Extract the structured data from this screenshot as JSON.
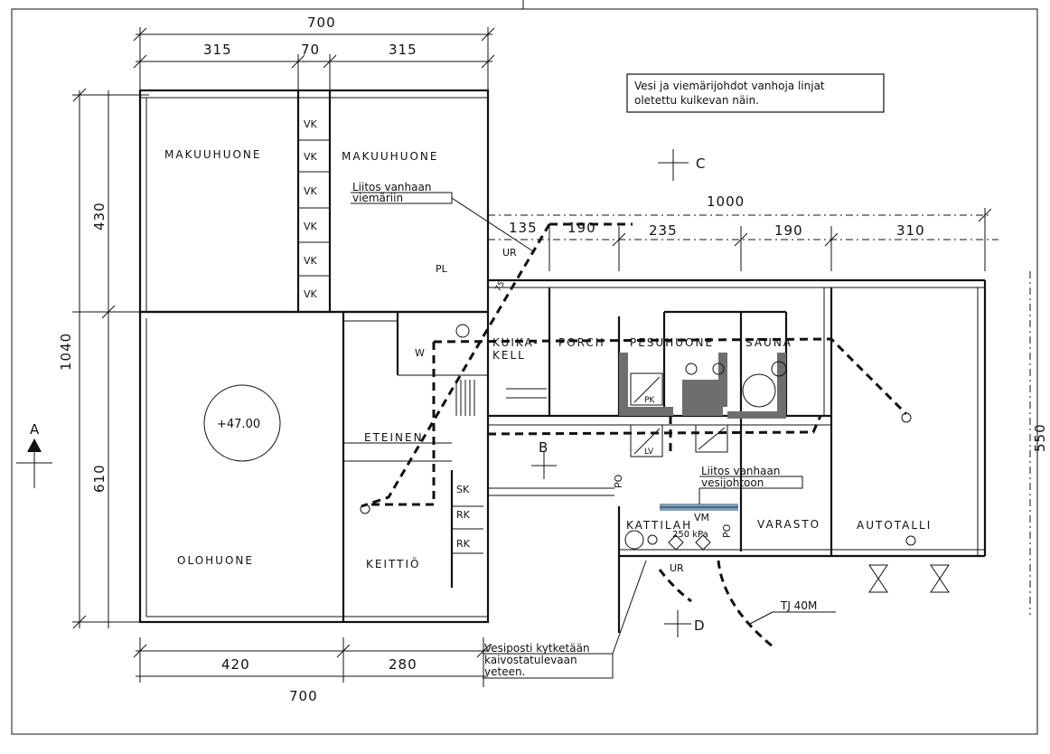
{
  "dimensions": {
    "top_total": "700",
    "top_left": "315",
    "top_mid": "70",
    "top_right": "315",
    "right_total": "1000",
    "right_1": "135",
    "right_2": "190",
    "right_3": "235",
    "right_4": "190",
    "right_5": "310",
    "left_total": "1040",
    "left_upper": "430",
    "left_lower": "610",
    "bottom_left": "420",
    "bottom_right": "280",
    "bottom_total": "700",
    "right_side": "550"
  },
  "rooms": {
    "makuuhuone_1": "MAKUUHUONE",
    "makuuhuone_2": "MAKUUHUONE",
    "kuikakell": "KUIKA-\nKELL",
    "porch": "PORCH",
    "pesuhuone": "PESUHUONE",
    "sauna": "SAUNA",
    "eteinen": "ETEINEN",
    "olohuone": "OLOHUONE",
    "keittio": "KEITTIÖ",
    "kattilah": "KATTILAH",
    "varasto": "VARASTO",
    "autotalli": "AUTOTALLI"
  },
  "cabinets": [
    "VK",
    "VK",
    "VK",
    "VK",
    "VK",
    "VK"
  ],
  "kitchen_cabinets": [
    "SK",
    "RK",
    "RK"
  ],
  "markers": {
    "elevation": "+47.00",
    "section_a": "A",
    "section_b": "B",
    "section_c": "C",
    "section_d": "D",
    "pl": "PL",
    "ur_top": "UR",
    "ur_bottom": "UR",
    "vm": "VM",
    "pressure": "250 kPa",
    "pk": "PK",
    "lv": "LV",
    "w": "W",
    "po_1": "PO",
    "po_2": "PO",
    "slope": "75"
  },
  "notes": {
    "legend_line1": "Vesi ja viemärijohdot vanhoja linjat",
    "legend_line2": "oletettu kulkevan näin.",
    "liitos_viemari_1": "Liitos vanhaan",
    "liitos_viemari_2": "viemäriin",
    "liitos_vesi_1": "Liitos vanhaan",
    "liitos_vesi_2": "vesijohtoon",
    "vesiposti_1": "Vesiposti kytketään",
    "vesiposti_2": "kaivostatulevaan",
    "vesiposti_3": "veteen.",
    "tj": "TJ 40M"
  },
  "colors": {
    "ink": "#111111",
    "water_connection": "#7f9fb8"
  }
}
